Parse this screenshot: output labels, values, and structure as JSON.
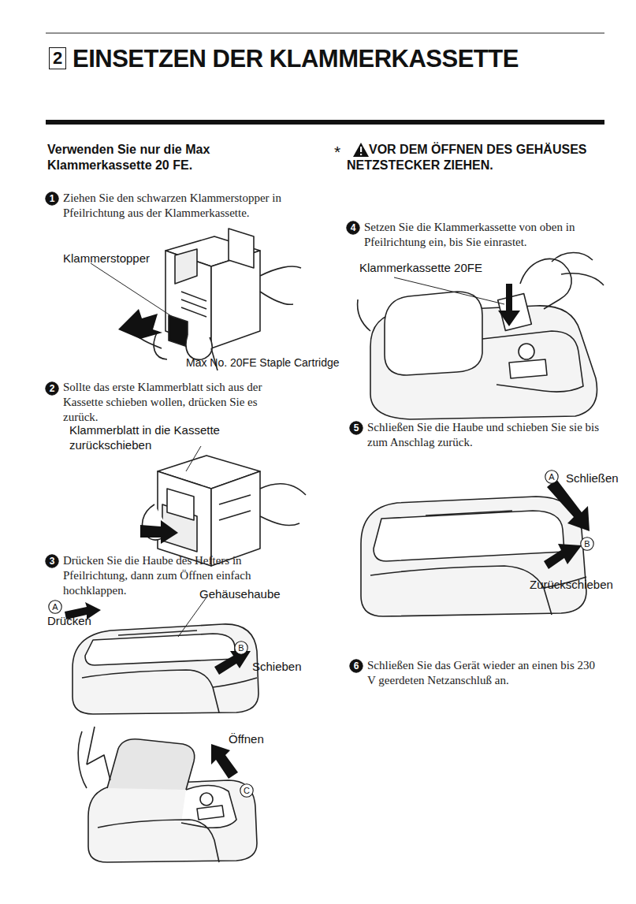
{
  "diagram": {
    "title": "EINSETZEN DER KLAMMERKASSETTE",
    "nodes": [
      {
        "text": [
          "2"
        ]
      },
      {
        "text": [
          "1"
        ]
      },
      {
        "text": [
          "2"
        ]
      },
      {
        "text": [
          "3"
        ]
      },
      {
        "text": [
          "A"
        ]
      },
      {
        "text": [
          "B"
        ]
      },
      {
        "text": [
          "C"
        ]
      },
      {
        "text": [
          "4"
        ]
      },
      {
        "text": [
          "5"
        ]
      },
      {
        "text": [
          "A"
        ]
      },
      {
        "text": [
          "B"
        ]
      },
      {
        "text": [
          "6"
        ]
      }
    ],
    "labels": [
      "Verwenden Sie nur die Max Klammerkassette 20 FE.",
      "*",
      "VOR DEM ÖFFNEN DES GEHÄUSES NETZSTECKER ZIEHEN.",
      "Ziehen Sie den schwarzen Klammerstopper in Pfeilrichtung aus der Klammerkassette.",
      "Klammerstopper",
      "Max No. 20FE Staple Cartridge",
      "Sollte das erste Klammerblatt sich aus der Kassette schieben wollen, drücken Sie es zurück.",
      "Klammerblatt in die Kassette zurückschieben",
      "Drücken Sie die Haube des Hefters in Pfeilrichtung, dann zum Öffnen einfach hochklappen.",
      "Drücken",
      "Gehäusehaube",
      "Schieben",
      "Öffnen",
      "Setzen Sie die Klammerkassette von oben in Pfeilrichtung ein, bis Sie einrastet.",
      "Klammerkassette 20FE",
      "Schließen Sie die Haube und schieben Sie sie bis zum Anschlag zurück.",
      "Schließen",
      "Zurückschieben",
      "Schließen Sie das Gerät wieder an einen bis 230 V geerdeten Netzanschluß an."
    ]
  }
}
